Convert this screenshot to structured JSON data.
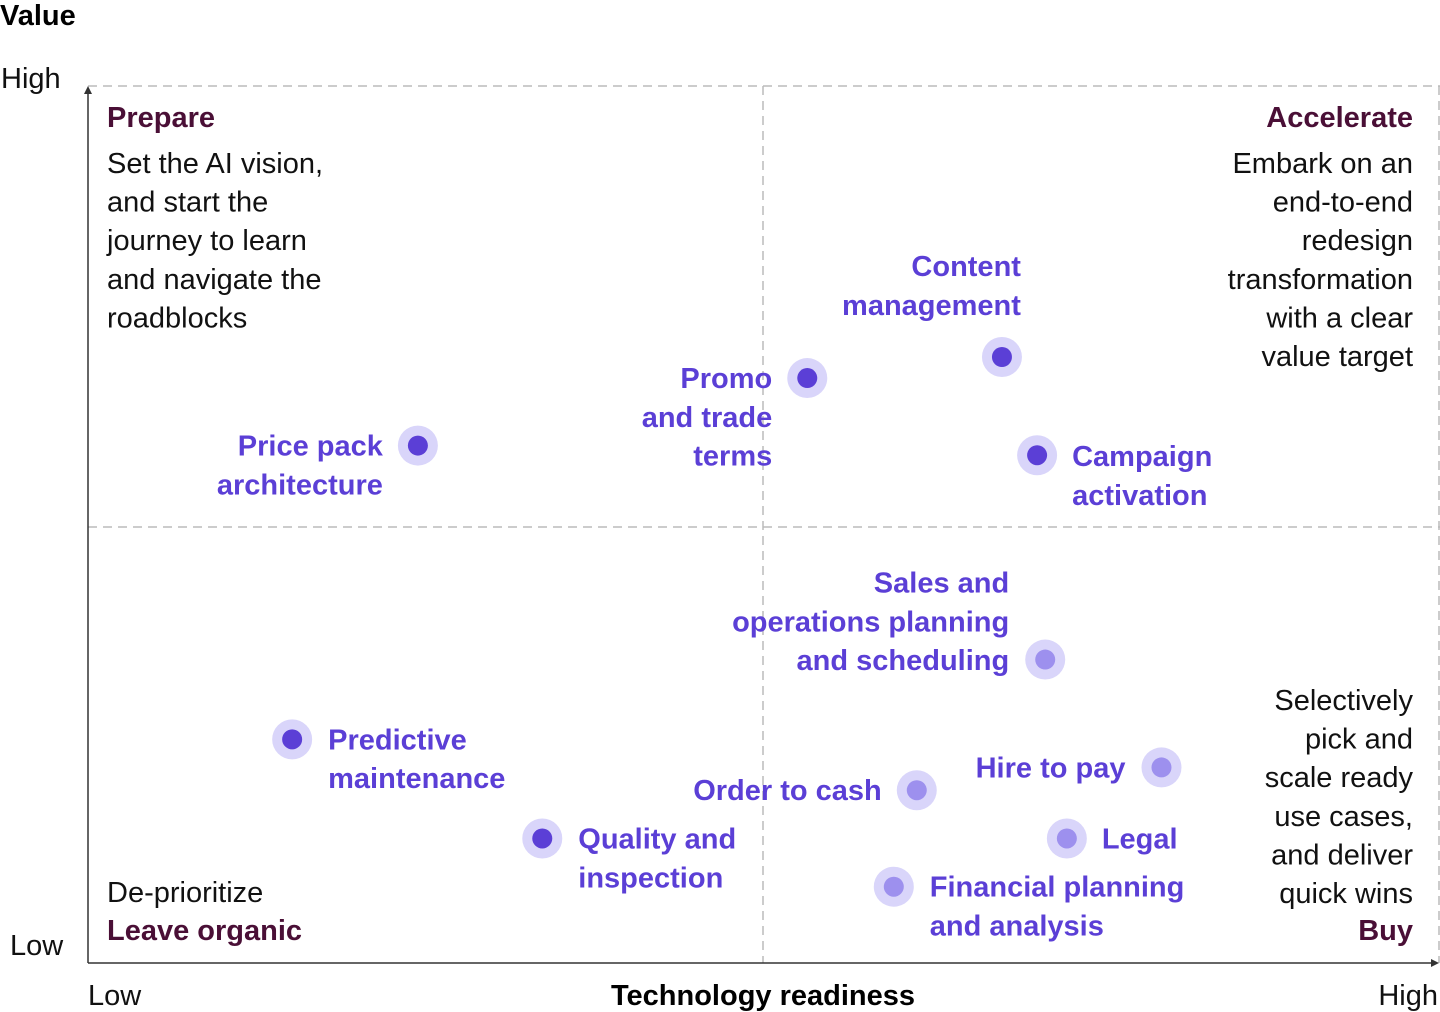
{
  "chart_data": {
    "type": "scatter",
    "title": "",
    "xlabel": "Technology readiness",
    "ylabel": "Value",
    "x_ticks": [
      "Low",
      "High"
    ],
    "y_ticks": [
      "Low",
      "High"
    ],
    "xlim": [
      0,
      100
    ],
    "ylim": [
      0,
      100
    ],
    "grid": "dashed quadrant dividers at midpoints",
    "colors": {
      "high_value_point": "#5b3fd6",
      "low_value_point": "#9d90ee",
      "halo": "#d9d5fa",
      "label": "#5b3fd6",
      "quadrant_title": "#4a0f36",
      "axis": "#333333",
      "divider": "#bbbbbb"
    },
    "quadrants": [
      {
        "id": "prepare",
        "title": "Prepare",
        "text": [
          "Set the AI vision,",
          "and start the",
          "journey to learn",
          "and navigate the",
          "roadblocks"
        ]
      },
      {
        "id": "accelerate",
        "title": "Accelerate",
        "text": [
          "Embark on an",
          "end-to-end",
          "redesign",
          "transformation",
          "with a clear",
          "value target"
        ]
      },
      {
        "id": "leave-organic",
        "title": "Leave organic",
        "text": [
          "De-prioritize"
        ]
      },
      {
        "id": "buy",
        "title": "Buy",
        "text": [
          "Selectively",
          "pick and",
          "scale ready",
          "use cases,",
          "and deliver",
          "quick wins"
        ]
      }
    ],
    "points": [
      {
        "label": [
          "Content",
          "management"
        ],
        "x": 67.6,
        "y": 69.1,
        "tier": "high"
      },
      {
        "label": [
          "Promo",
          "and trade",
          "terms"
        ],
        "x": 53.2,
        "y": 66.7,
        "tier": "high"
      },
      {
        "label": [
          "Price pack",
          "architecture"
        ],
        "x": 24.4,
        "y": 59.0,
        "tier": "high"
      },
      {
        "label": [
          "Campaign",
          "activation"
        ],
        "x": 70.2,
        "y": 57.9,
        "tier": "high"
      },
      {
        "label": [
          "Sales and",
          "operations planning",
          "and scheduling"
        ],
        "x": 70.8,
        "y": 34.6,
        "tier": "low"
      },
      {
        "label": [
          "Predictive",
          "maintenance"
        ],
        "x": 15.1,
        "y": 25.5,
        "tier": "high"
      },
      {
        "label": [
          "Hire to pay"
        ],
        "x": 79.4,
        "y": 22.3,
        "tier": "low"
      },
      {
        "label": [
          "Order to cash"
        ],
        "x": 61.3,
        "y": 19.7,
        "tier": "low"
      },
      {
        "label": [
          "Quality and",
          "inspection"
        ],
        "x": 33.6,
        "y": 14.2,
        "tier": "high"
      },
      {
        "label": [
          "Legal"
        ],
        "x": 72.4,
        "y": 14.2,
        "tier": "low"
      },
      {
        "label": [
          "Financial planning",
          "and analysis"
        ],
        "x": 59.6,
        "y": 8.7,
        "tier": "low"
      }
    ]
  }
}
